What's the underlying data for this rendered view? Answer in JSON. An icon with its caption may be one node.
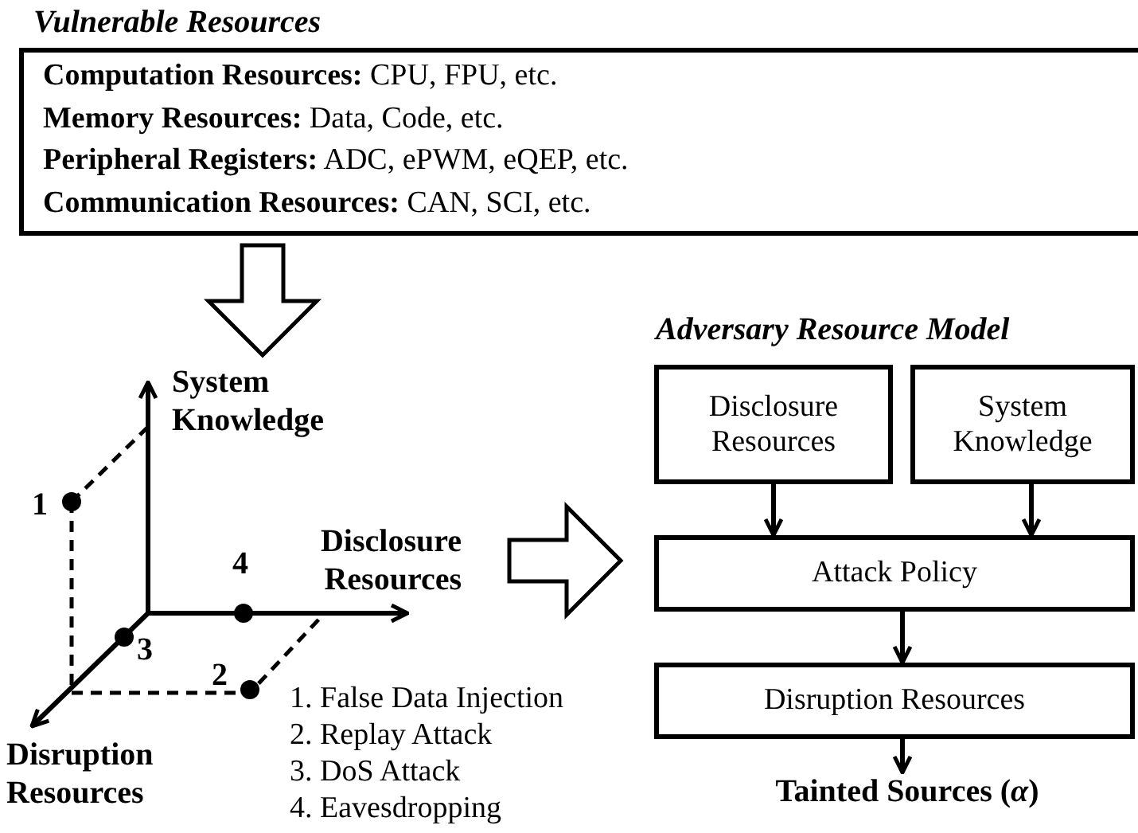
{
  "diagram": {
    "nodes": [
      {
        "text": [
          "Vulnerable Resources",
          "**Computation Resources:** CPU, FPU, etc.",
          "**Memory Resources:** Data, Code, etc.",
          "**Peripheral Registers:** ADC, ePWM, eQEP, etc.",
          "**Communication Resources:** CAN, SCI, etc."
        ]
      },
      {
        "text": [],
        "shape": "picture"
      },
      {
        "text": [
          "Adversary Resource Model"
        ]
      },
      {
        "text": [
          "Disclosure Resources"
        ],
        "in": 2
      },
      {
        "text": [
          "System Knowledge"
        ],
        "in": 2
      },
      {
        "text": [
          "Attack Policy"
        ],
        "in": 2
      },
      {
        "text": [
          "Disruption Resources"
        ],
        "in": 2
      },
      {
        "text": [
          "Tainted Sources (*α*)"
        ],
        "in": 2
      }
    ],
    "edges": [
      {
        "from": 0,
        "to": 1,
        "arrow": "to"
      },
      {
        "from": 1,
        "to": 2,
        "arrow": "to"
      },
      {
        "from": 3,
        "to": 5,
        "arrow": "to"
      },
      {
        "from": 4,
        "to": 5,
        "arrow": "to"
      },
      {
        "from": 5,
        "to": 6,
        "arrow": "to"
      },
      {
        "from": 6,
        "to": 7,
        "arrow": "to"
      }
    ],
    "labels": [
      "System Knowledge",
      "1",
      "Disclosure Resources",
      "4",
      "3",
      "2",
      "1. False Data Injection",
      "Disruption Resources",
      "2. Replay Attack",
      "3. DoS Attack",
      "4. Eavesdropping"
    ]
  }
}
